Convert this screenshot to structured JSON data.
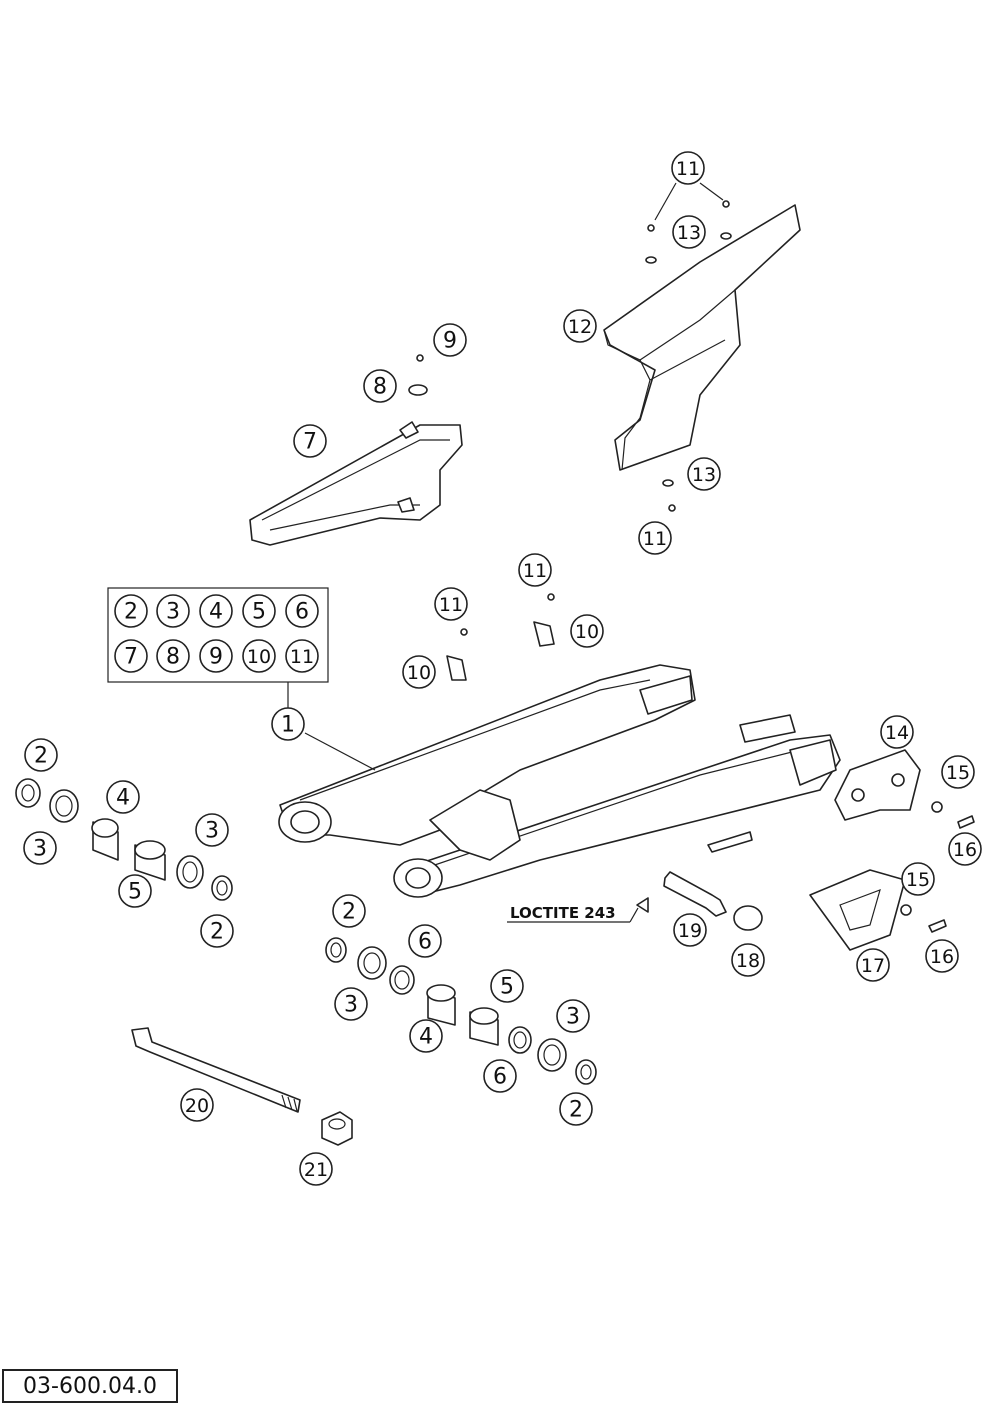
{
  "diagram": {
    "reference_code": "03-600.04.0",
    "note": "LOCTITE 243",
    "kit_numbers": [
      "2",
      "3",
      "4",
      "5",
      "6",
      "7",
      "8",
      "9",
      "10",
      "11"
    ],
    "callouts": {
      "c1": "1",
      "c2a": "2",
      "c2b": "2",
      "c2c": "2",
      "c2d": "2",
      "c3a": "3",
      "c3b": "3",
      "c3c": "3",
      "c3d": "3",
      "c4a": "4",
      "c4b": "4",
      "c5a": "5",
      "c5b": "5",
      "c6a": "6",
      "c6b": "6",
      "c7": "7",
      "c8": "8",
      "c9": "9",
      "c10a": "10",
      "c10b": "10",
      "c11a": "11",
      "c11b": "11",
      "c11c": "11",
      "c11d": "11",
      "c12": "12",
      "c13a": "13",
      "c13b": "13",
      "c14": "14",
      "c15a": "15",
      "c15b": "15",
      "c16a": "16",
      "c16b": "16",
      "c17": "17",
      "c18": "18",
      "c19": "19",
      "c20": "20",
      "c21": "21"
    }
  }
}
